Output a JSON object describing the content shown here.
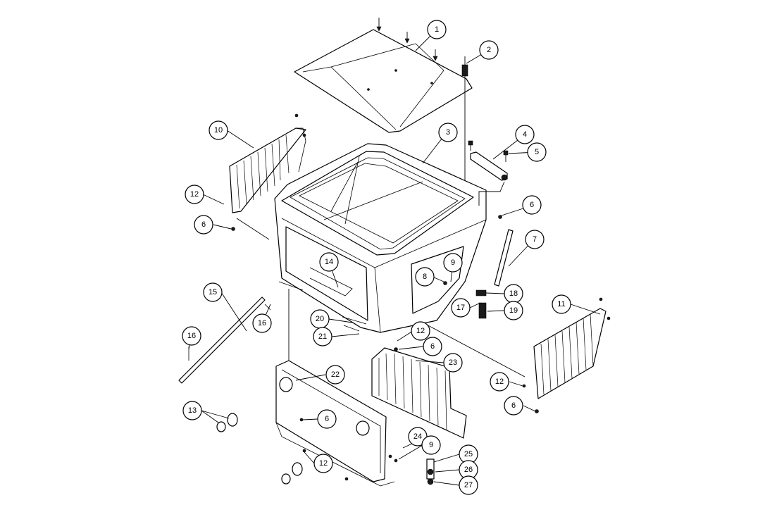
{
  "callouts": [
    {
      "label": "1"
    },
    {
      "label": "2"
    },
    {
      "label": "3"
    },
    {
      "label": "4"
    },
    {
      "label": "5"
    },
    {
      "label": "6"
    },
    {
      "label": "7"
    },
    {
      "label": "8"
    },
    {
      "label": "9"
    },
    {
      "label": "10"
    },
    {
      "label": "12"
    },
    {
      "label": "6"
    },
    {
      "label": "14"
    },
    {
      "label": "15"
    },
    {
      "label": "16"
    },
    {
      "label": "16"
    },
    {
      "label": "20"
    },
    {
      "label": "21"
    },
    {
      "label": "12"
    },
    {
      "label": "6"
    },
    {
      "label": "23"
    },
    {
      "label": "22"
    },
    {
      "label": "13"
    },
    {
      "label": "6"
    },
    {
      "label": "12"
    },
    {
      "label": "24"
    },
    {
      "label": "9"
    },
    {
      "label": "25"
    },
    {
      "label": "26"
    },
    {
      "label": "27"
    },
    {
      "label": "18"
    },
    {
      "label": "17"
    },
    {
      "label": "19"
    },
    {
      "label": "11"
    },
    {
      "label": "12"
    },
    {
      "label": "6"
    }
  ]
}
